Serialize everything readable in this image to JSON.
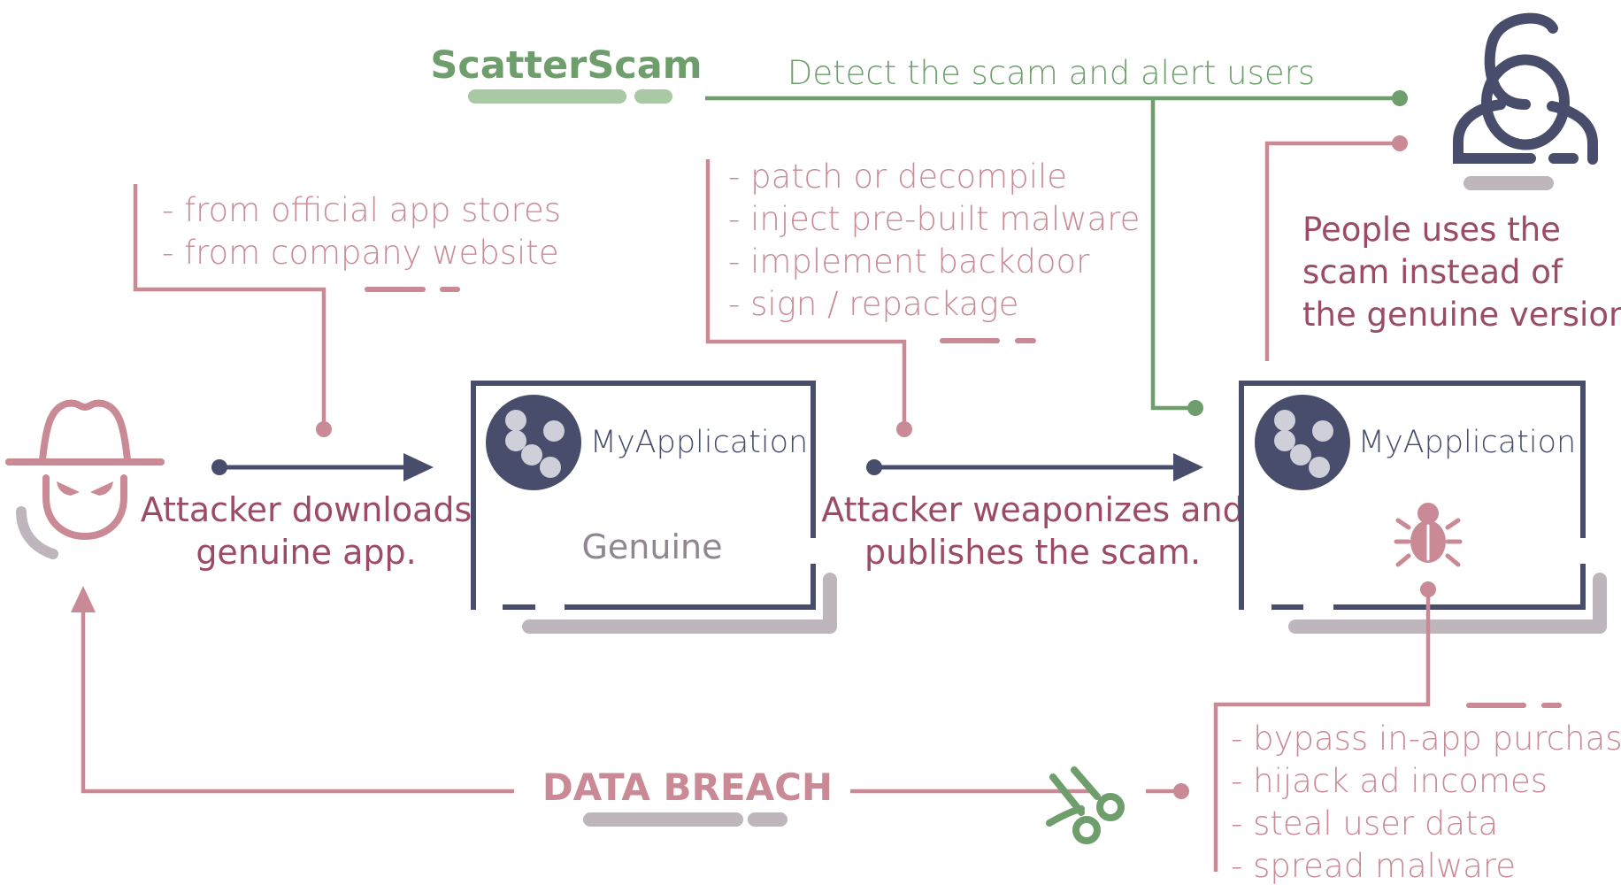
{
  "colors": {
    "rose": "#c98a95",
    "wine": "#9b4b66",
    "navy": "#474d6b",
    "green": "#6e9e6c",
    "green_light": "#a8c9a4",
    "gray": "#bfb5bd",
    "gray_text": "#8f8690",
    "icon_dot": "#cfcfd9"
  },
  "brand": {
    "title": "ScatterScam"
  },
  "scatterscam_action": "Detect the scam and alert users",
  "download_sources": [
    "- from official app stores",
    "- from company website"
  ],
  "weaponize_steps": [
    "- patch or decompile",
    "- inject pre-built malware",
    "- implement backdoor",
    "- sign / repackage"
  ],
  "people_note": [
    "People uses the",
    "scam instead of",
    "the genuine version."
  ],
  "attacker_step": [
    "Attacker downloads",
    "genuine app."
  ],
  "weaponize_step": [
    "Attacker weaponizes and",
    "publishes the scam."
  ],
  "genuine_app": {
    "name": "MyApplication",
    "tag": "Genuine"
  },
  "scam_app": {
    "name": "MyApplication"
  },
  "scam_goals": [
    "- bypass in-app purchase",
    "- hijack ad incomes",
    "- steal user data",
    "- spread malware"
  ],
  "breach_label": "DATA BREACH",
  "icons": {
    "attacker": "spy-hat-icon",
    "user": "user-icon",
    "app": "app-dots-icon",
    "malware": "bug-icon",
    "cut": "scissors-icon"
  }
}
